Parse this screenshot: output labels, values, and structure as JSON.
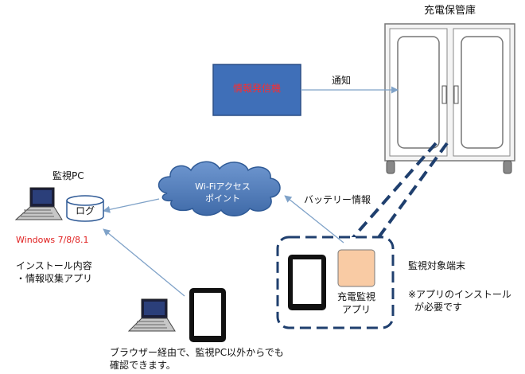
{
  "labels": {
    "storage_title": "充電保管庫",
    "info_device": "情報発信機",
    "notify": "通知",
    "monitor_pc": "監視PC",
    "log": "ログ",
    "windows_versions": "Windows 7/8/8.1",
    "install_title": "インストール内容",
    "install_item": "・情報収集アプリ",
    "wifi_line1": "Wi-Fiアクセス",
    "wifi_line2": "ポイント",
    "battery_info": "バッテリー情報",
    "monitored_device": "監視対象端末",
    "app_note_line1": "※アプリのインストール",
    "app_note_line2": "が必要です",
    "charge_app_line1": "充電監視",
    "charge_app_line2": "アプリ",
    "browser_note_line1": "ブラウザー経由で、監視PC以外からでも",
    "browser_note_line2": "確認できます。"
  },
  "colors": {
    "info_box_fill": "#3f6fb8",
    "info_box_text": "#ff2b2b",
    "cloud_fill": "#4f7dbf",
    "app_box_fill": "#f9cba4",
    "arrow": "#7fa2c8",
    "dashed_border": "#1f3f6e"
  },
  "icons": {
    "storage": "storage-cabinet-icon",
    "laptop": "laptop-icon",
    "database": "database-icon",
    "tablet": "tablet-icon",
    "cloud": "cloud-icon"
  }
}
